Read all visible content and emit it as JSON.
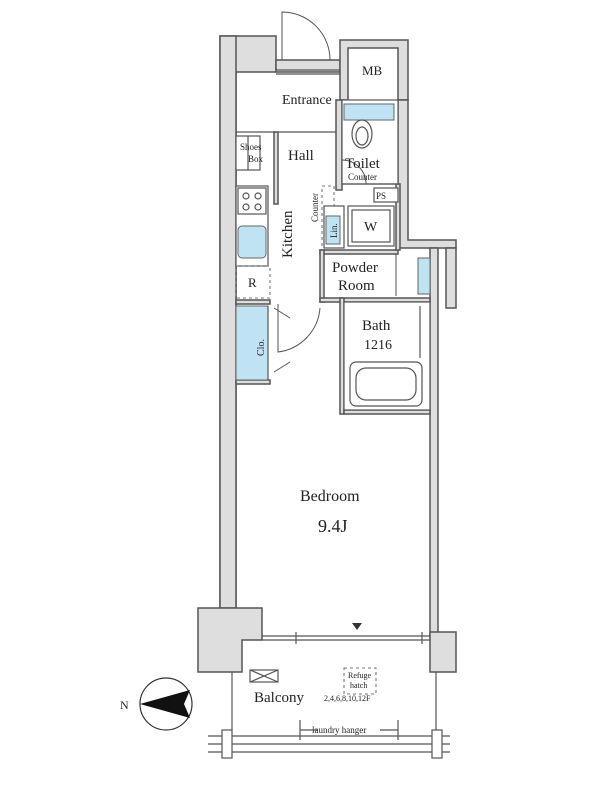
{
  "rooms": {
    "mb": "MB",
    "entrance": "Entrance",
    "toilet": "Toilet",
    "counter_toilet": "Counter",
    "shoes_box_line1": "Shoes",
    "shoes_box_line2": "Box",
    "hall": "Hall",
    "ps": "PS",
    "counter_vertical": "Counter",
    "kitchen": "Kitchen",
    "linen": "Lin.",
    "washer": "W",
    "fridge": "R",
    "powder_line1": "Powder",
    "powder_line2": "Room",
    "bath": "Bath",
    "bath_size": "1216",
    "closet": "Clo.",
    "bedroom": "Bedroom",
    "bedroom_size": "9.4J",
    "balcony": "Balcony",
    "refuge_line1": "Refuge",
    "refuge_line2": "hatch",
    "refuge_floors": "2,4,6,8,10,12F",
    "laundry": "laundry hanger"
  },
  "compass": {
    "label": "N"
  },
  "colors": {
    "fixture_blue": "#bfe3f3",
    "wall_gray": "#dedede",
    "line": "#555555"
  }
}
